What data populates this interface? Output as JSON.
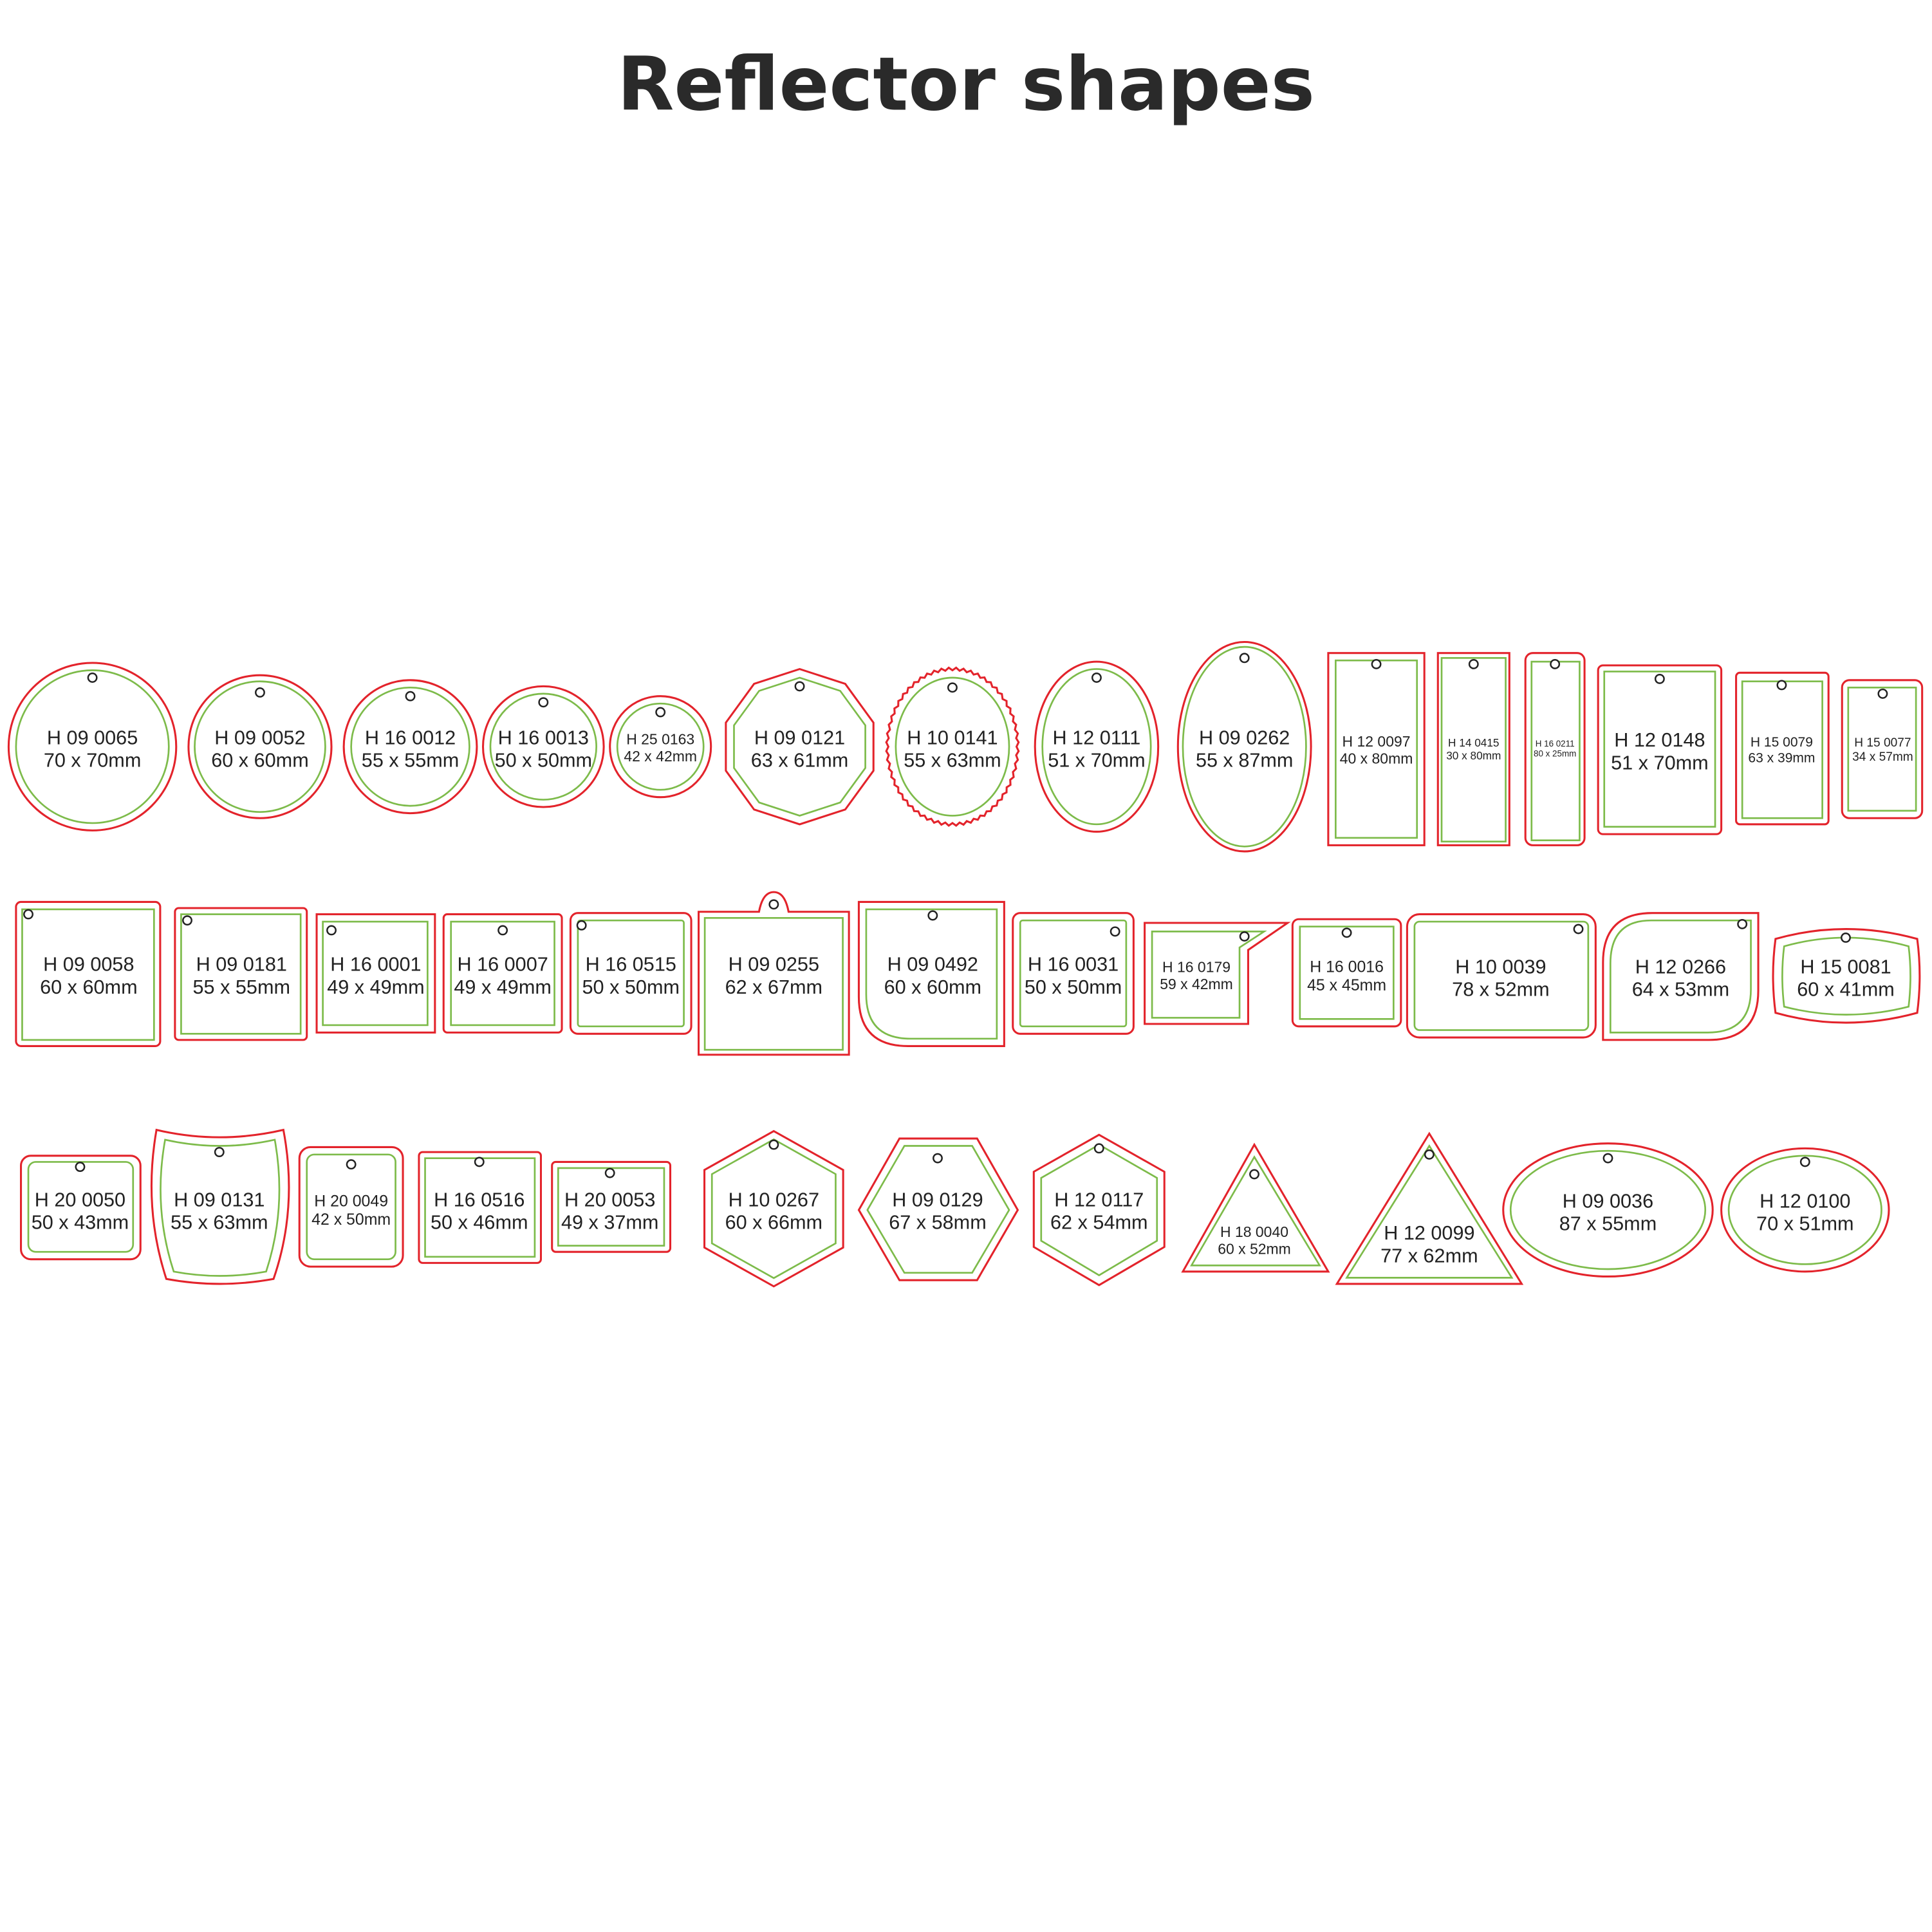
{
  "title": "Reflector shapes",
  "colors": {
    "outline": "#e3232b",
    "reflective_area": "#7dbb4a",
    "text": "#222222"
  },
  "rows": [
    [
      {
        "code": "H 09 0065",
        "size": "70 x 70mm"
      },
      {
        "code": "H 09 0052",
        "size": "60 x 60mm"
      },
      {
        "code": "H 16 0012",
        "size": "55 x 55mm"
      },
      {
        "code": "H 16 0013",
        "size": "50 x 50mm"
      },
      {
        "code": "H 25 0163",
        "size": "42 x 42mm"
      },
      {
        "code": "H 09 0121",
        "size": "63 x 61mm"
      },
      {
        "code": "H 10 0141",
        "size": "55 x 63mm"
      },
      {
        "code": "H 12 0111",
        "size": "51 x 70mm"
      },
      {
        "code": "H 09 0262",
        "size": "55 x 87mm"
      },
      {
        "code": "H 12 0097",
        "size": "40 x 80mm"
      },
      {
        "code": "H 14 0415",
        "size": "30 x 80mm"
      },
      {
        "code": "H 16 0211",
        "size": "80 x 25mm"
      },
      {
        "code": "H 12 0148",
        "size": "51 x 70mm"
      },
      {
        "code": "H 15 0079",
        "size": "63 x 39mm"
      },
      {
        "code": "H 15 0077",
        "size": "34 x 57mm"
      }
    ],
    [
      {
        "code": "H 09 0058",
        "size": "60 x 60mm"
      },
      {
        "code": "H 09 0181",
        "size": "55 x 55mm"
      },
      {
        "code": "H 16 0001",
        "size": "49 x 49mm"
      },
      {
        "code": "H 16 0007",
        "size": "49 x 49mm"
      },
      {
        "code": "H 16 0515",
        "size": "50 x 50mm"
      },
      {
        "code": "H 09 0255",
        "size": "62 x 67mm"
      },
      {
        "code": "H 09 0492",
        "size": "60 x 60mm"
      },
      {
        "code": "H 16 0031",
        "size": "50 x 50mm"
      },
      {
        "code": "H 16 0179",
        "size": "59 x 42mm"
      },
      {
        "code": "H 16 0016",
        "size": "45 x 45mm"
      },
      {
        "code": "H 10 0039",
        "size": "78 x 52mm"
      },
      {
        "code": "H 12 0266",
        "size": "64 x 53mm"
      },
      {
        "code": "H 15 0081",
        "size": "60 x 41mm"
      }
    ],
    [
      {
        "code": "H 20 0050",
        "size": "50 x 43mm"
      },
      {
        "code": "H 09 0131",
        "size": "55 x 63mm"
      },
      {
        "code": "H 20 0049",
        "size": "42 x 50mm"
      },
      {
        "code": "H 16 0516",
        "size": "50 x 46mm"
      },
      {
        "code": "H 20 0053",
        "size": "49 x 37mm"
      },
      {
        "code": "H 10 0267",
        "size": "60 x 66mm"
      },
      {
        "code": "H 09 0129",
        "size": "67 x 58mm"
      },
      {
        "code": "H 12 0117",
        "size": "62 x 54mm"
      },
      {
        "code": "H 18 0040",
        "size": "60 x 52mm"
      },
      {
        "code": "H 12 0099",
        "size": "77 x 62mm"
      },
      {
        "code": "H 09 0036",
        "size": "87 x 55mm"
      },
      {
        "code": "H 12 0100",
        "size": "70 x 51mm"
      }
    ]
  ]
}
